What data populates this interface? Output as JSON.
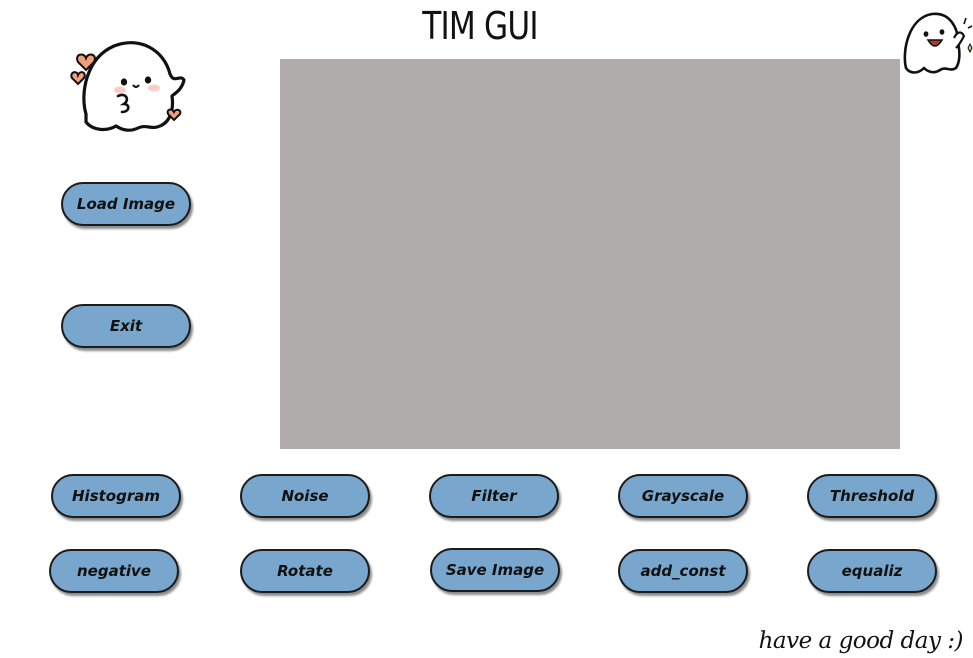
{
  "window": {
    "title": "TIM GUI"
  },
  "side_buttons": {
    "load_image": "Load Image",
    "exit": "Exit"
  },
  "row1": {
    "histogram": "Histogram",
    "noise": "Noise",
    "filter": "Filter",
    "grayscale": "Grayscale",
    "threshold": "Threshold"
  },
  "row2": {
    "negative": "negative",
    "rotate": "Rotate",
    "save_image": "Save Image",
    "add_const": "add_const",
    "equaliz": "equaliz"
  },
  "footer": {
    "message": "have a good day :)"
  },
  "icons": {
    "left_mascot": "ghost-with-hearts-icon",
    "right_mascot": "ghost-waving-icon"
  },
  "colors": {
    "button_fill": "#78a6cc",
    "button_border": "#1c1c1c",
    "canvas_fill": "#b0acac",
    "heart": "#f2a07b"
  }
}
